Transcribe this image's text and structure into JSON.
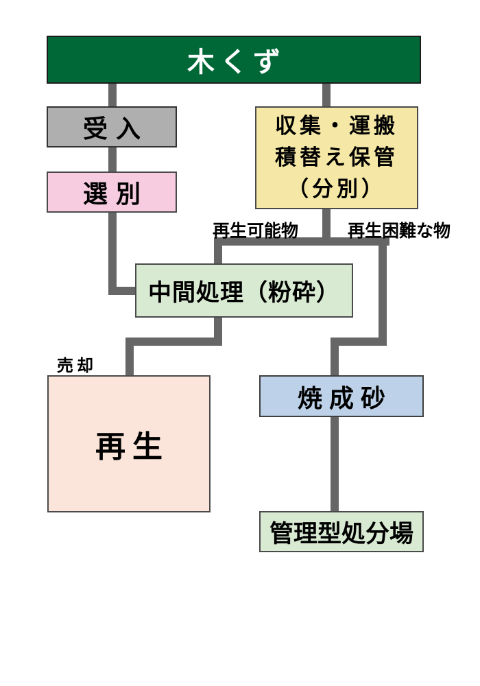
{
  "diagram": {
    "title": "木くず",
    "kind": "waste-processing-flowchart"
  },
  "banner": {
    "label": "木くず"
  },
  "boxes": {
    "acceptance": {
      "label": "受入"
    },
    "sorting": {
      "label": "選別"
    },
    "collection": {
      "lines": [
        "収集・運搬",
        "積替え保管",
        "（分別）"
      ]
    },
    "intermediate": {
      "label": "中間処理（粉砕）"
    },
    "recycling": {
      "label": "再生"
    },
    "calcined_sand": {
      "label": "焼成砂"
    },
    "controlled_landfill": {
      "label": "管理型処分場"
    }
  },
  "labels": {
    "recyclable": "再生可能物",
    "difficult": "再生困難な物",
    "sale": "売却"
  },
  "colors": {
    "banner_bg": "#006837",
    "banner_text": "#ffffff",
    "acceptance_bg": "#afafaf",
    "sorting_bg": "#f7cce0",
    "collection_bg": "#f5e8a6",
    "intermediate_bg": "#d9ead3",
    "recycling_bg": "#fbe4d9",
    "calcined_sand_bg": "#bdd1e8",
    "controlled_landfill_bg": "#d9ead3",
    "connector": "#666666",
    "text": "#000000",
    "background": "#ffffff"
  }
}
